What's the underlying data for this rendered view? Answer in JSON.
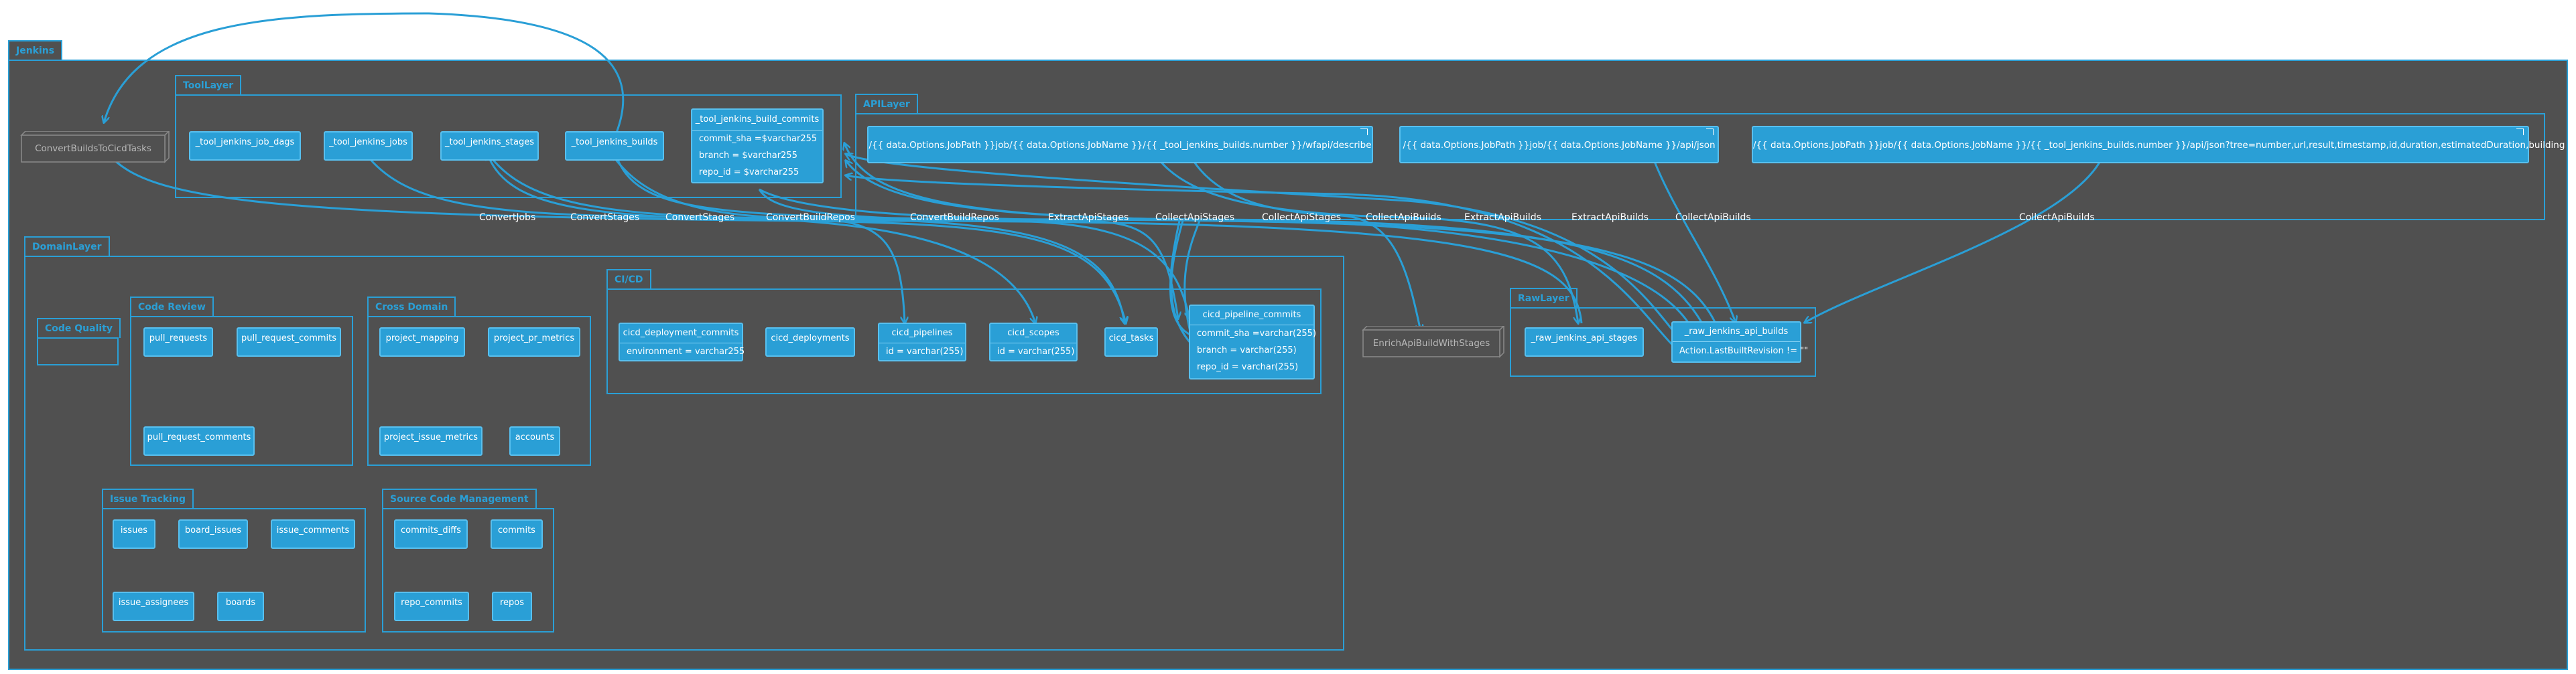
{
  "packages": {
    "root": "Jenkins",
    "tool": "ToolLayer",
    "api": "APILayer",
    "domain": "DomainLayer",
    "raw": "RawLayer",
    "code_quality": "Code Quality",
    "code_review": "Code Review",
    "cross_domain": "Cross Domain",
    "cicd": "CI/CD",
    "issue_tracking": "Issue Tracking",
    "scm": "Source Code Management"
  },
  "nodes": {
    "convert_builds": "ConvertBuildsToCicdTasks",
    "enrich": "EnrichApiBuildWithStages"
  },
  "tool": {
    "job_dags": "_tool_jenkins_job_dags",
    "jobs": "_tool_jenkins_jobs",
    "stages": "_tool_jenkins_stages",
    "builds": "_tool_jenkins_builds",
    "build_commits": {
      "title": "_tool_jenkins_build_commits",
      "rows": [
        "commit_sha =$varchar255",
        "branch =  $varchar255",
        "repo_id  =  $varchar255"
      ]
    }
  },
  "api": {
    "describe": "/{{ data.Options.JobPath }}job/{{ data.Options.JobName }}/{{ _tool_jenkins_builds.number }}/wfapi/describe",
    "json": "/{{ data.Options.JobPath }}job/{{ data.Options.JobName }}/api/json",
    "tree": "/{{ data.Options.JobPath }}job/{{ data.Options.JobName }}/{{ _tool_jenkins_builds.number }}/api/json?tree=number,url,result,timestamp,id,duration,estimatedDuration,building"
  },
  "code_review": {
    "pull_requests": "pull_requests",
    "pull_request_commits": "pull_request_commits",
    "pull_request_comments": "pull_request_comments"
  },
  "cross_domain": {
    "project_mapping": "project_mapping",
    "project_pr_metrics": "project_pr_metrics",
    "project_issue_metrics": "project_issue_metrics",
    "accounts": "accounts"
  },
  "cicd": {
    "deployment_commits": {
      "title": "cicd_deployment_commits",
      "rows": [
        "environment = varchar255"
      ]
    },
    "deployments": "cicd_deployments",
    "pipelines": {
      "title": "cicd_pipelines",
      "rows": [
        "id = varchar(255)"
      ]
    },
    "scopes": {
      "title": "cicd_scopes",
      "rows": [
        "id = varchar(255)"
      ]
    },
    "tasks": "cicd_tasks",
    "pipeline_commits": {
      "title": "cicd_pipeline_commits",
      "rows": [
        "commit_sha =varchar(255)",
        "branch =  varchar(255)",
        "repo_id =  varchar(255)"
      ]
    }
  },
  "issue_tracking": {
    "issues": "issues",
    "board_issues": "board_issues",
    "issue_comments": "issue_comments",
    "issue_assignees": "issue_assignees",
    "boards": "boards"
  },
  "scm": {
    "commits_diffs": "commits_diffs",
    "commits": "commits",
    "repo_commits": "repo_commits",
    "repos": "repos"
  },
  "raw": {
    "api_stages": "_raw_jenkins_api_stages",
    "api_builds": {
      "title": "_raw_jenkins_api_builds",
      "rows": [
        "Action.LastBuiltRevision != \"\""
      ]
    }
  },
  "edges": {
    "convert_jobs": "ConvertJobs",
    "convert_stages_1": "ConvertStages",
    "convert_stages_2": "ConvertStages",
    "convert_build_repos_1": "ConvertBuildRepos",
    "convert_build_repos_2": "ConvertBuildRepos",
    "extract_api_stages": "ExtractApiStages",
    "collect_api_stages_1": "CollectApiStages",
    "collect_api_stages_2": "CollectApiStages",
    "collect_api_builds_1": "CollectApiBuilds",
    "extract_api_builds_1": "ExtractApiBuilds",
    "extract_api_builds_2": "ExtractApiBuilds",
    "collect_api_builds_2": "CollectApiBuilds",
    "collect_api_builds_3": "CollectApiBuilds"
  },
  "colors": {
    "background": "#505050",
    "accent": "#2a9fd6",
    "text": "#ffffff",
    "node_border": "#888888"
  }
}
